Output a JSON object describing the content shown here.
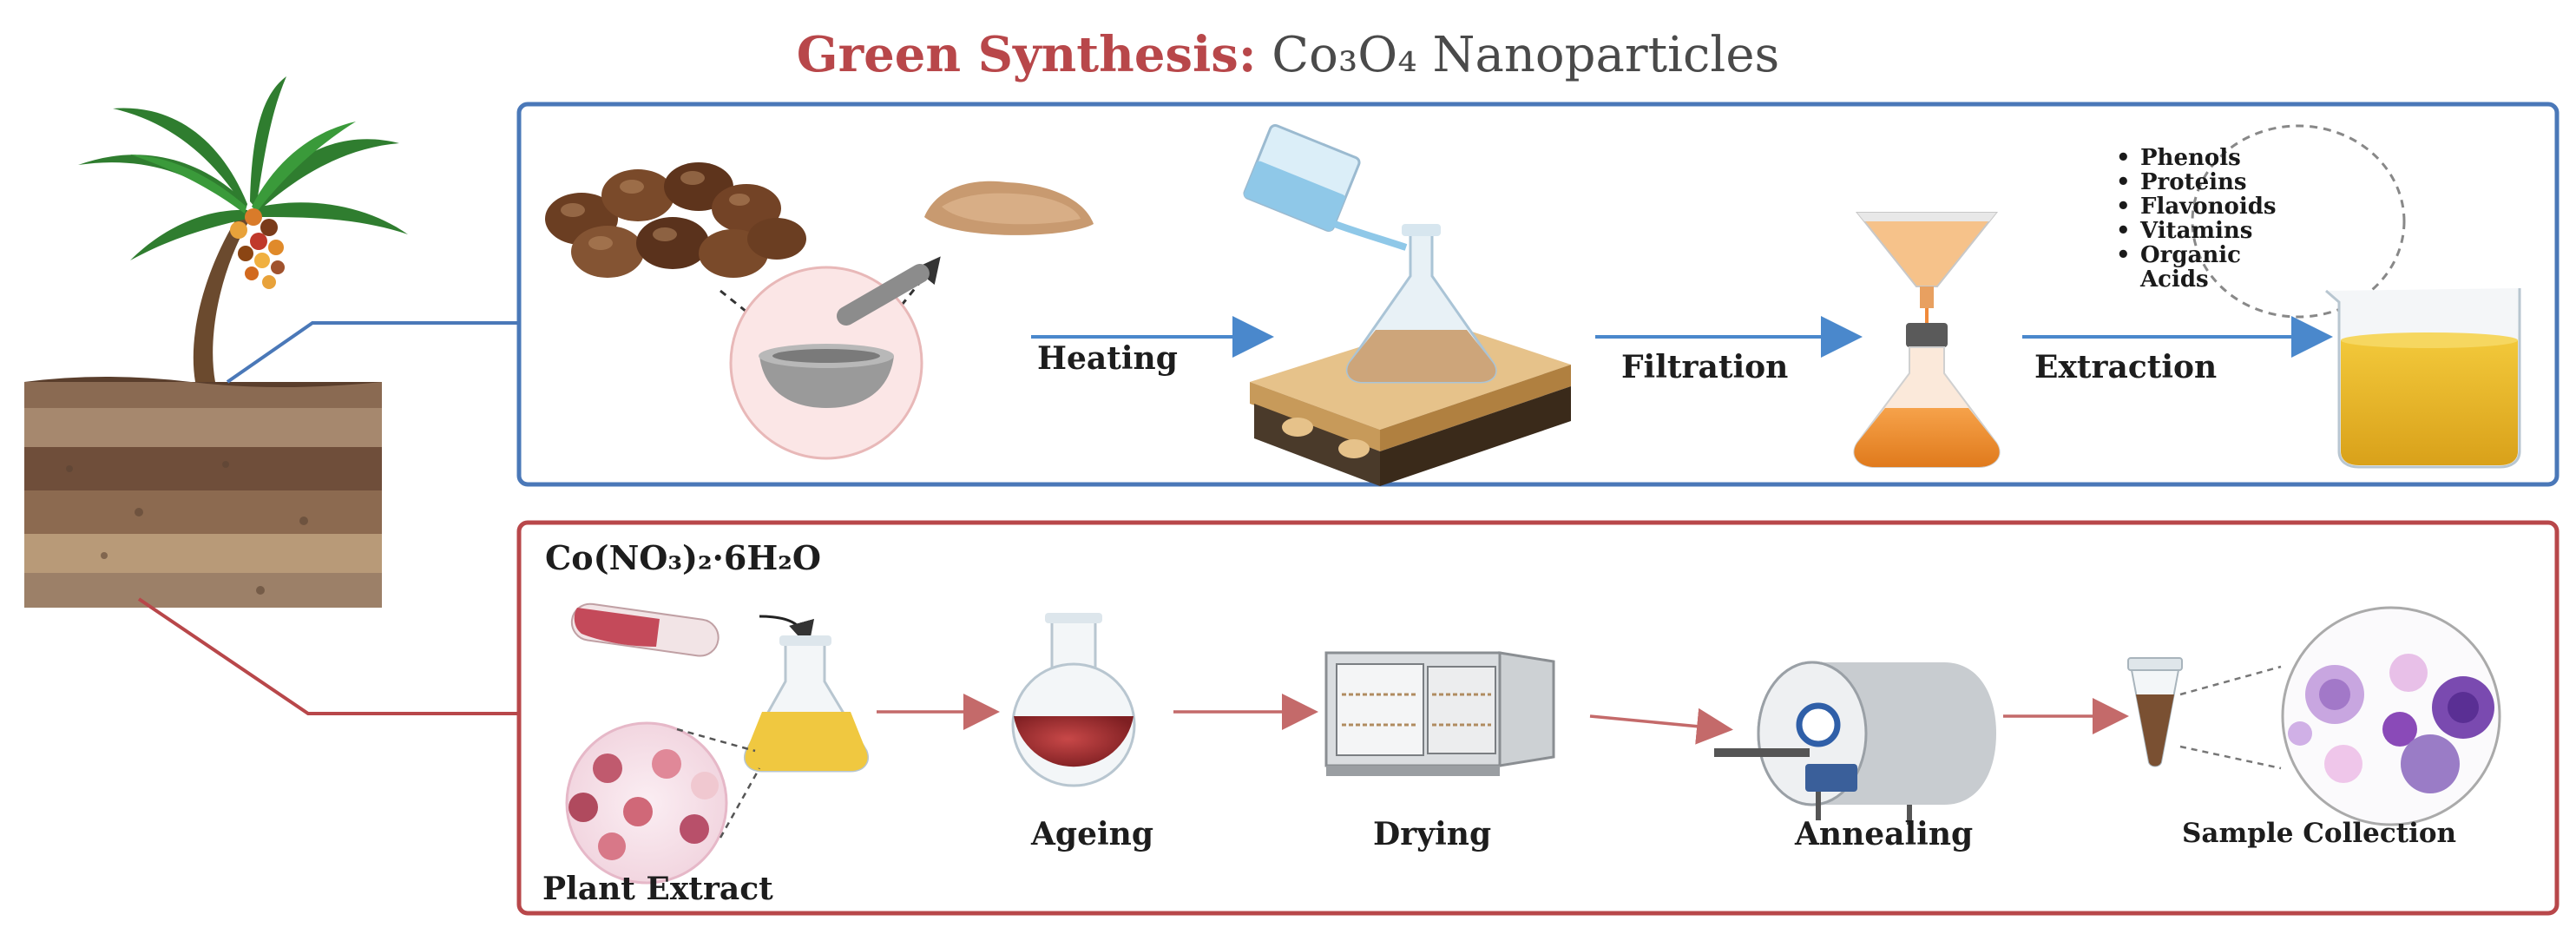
{
  "title": {
    "highlight": "Green Synthesis:",
    "rest": "Co₃O₄ Nanoparticles"
  },
  "top_panel": {
    "steps": [
      "Heating",
      "Filtration",
      "Extraction"
    ],
    "compounds": [
      "Phenols",
      "Proteins",
      "Flavonoids",
      "Vitamins",
      "Organic",
      "Acids"
    ]
  },
  "bottom_panel": {
    "reagent": "Co(NO₃)₂·6H₂O",
    "plant_extract": "Plant Extract",
    "steps": [
      "Ageing",
      "Drying",
      "Annealing",
      "Sample Collection"
    ]
  },
  "colors": {
    "top_border": "#4a78b8",
    "bottom_border": "#b8474a",
    "top_arrow": "#4a88cc",
    "bottom_arrow": "#c46a6a",
    "title_highlight": "#b8474a"
  }
}
